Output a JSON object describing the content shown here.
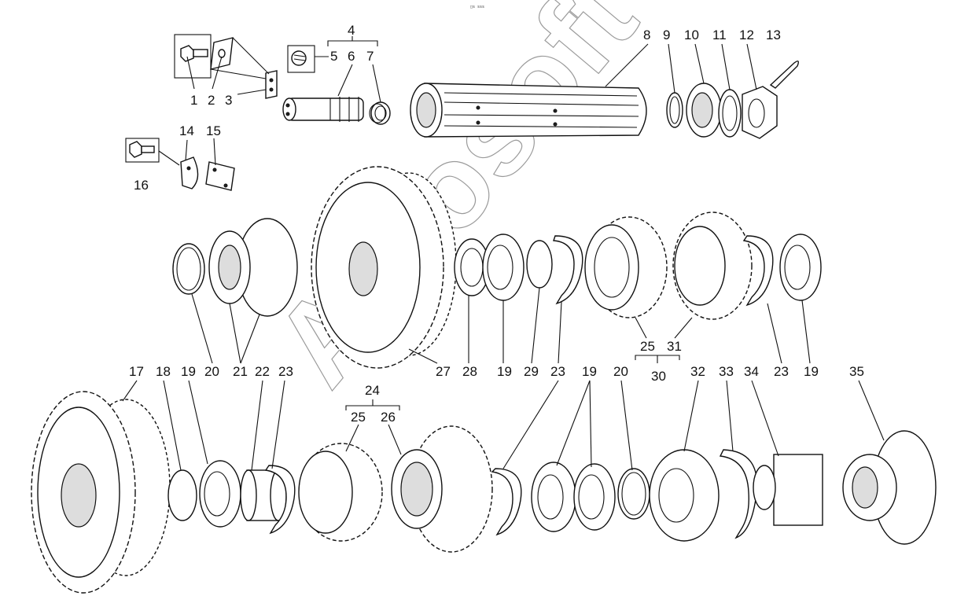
{
  "header_mark": "□s sss",
  "watermark": "Autosoft",
  "callouts": [
    "1",
    "2",
    "3",
    "4",
    "5",
    "6",
    "7",
    "8",
    "9",
    "10",
    "11",
    "12",
    "13",
    "14",
    "15",
    "16",
    "17",
    "18",
    "19",
    "20",
    "21",
    "22",
    "23",
    "24",
    "25",
    "26",
    "27",
    "28",
    "29",
    "30",
    "31",
    "32",
    "33",
    "34",
    "35"
  ],
  "labels": {
    "n1": "1",
    "n2": "2",
    "n3": "3",
    "n4": "4",
    "n5": "5",
    "n6": "6",
    "n7": "7",
    "n8": "8",
    "n9": "9",
    "n10": "10",
    "n11": "11",
    "n12": "12",
    "n13": "13",
    "n14": "14",
    "n15": "15",
    "n16": "16",
    "n17": "17",
    "n18": "18",
    "n19a": "19",
    "n20a": "20",
    "n21": "21",
    "n22": "22",
    "n23a": "23",
    "n24": "24",
    "n25a": "25",
    "n26": "26",
    "n27": "27",
    "n28": "28",
    "n19b": "19",
    "n29": "29",
    "n23b": "23",
    "n25b": "25",
    "n31": "31",
    "n30": "30",
    "n23c": "23",
    "n19c": "19",
    "n19d": "19",
    "n20b": "20",
    "n32": "32",
    "n33": "33",
    "n34": "34",
    "n35": "35"
  }
}
